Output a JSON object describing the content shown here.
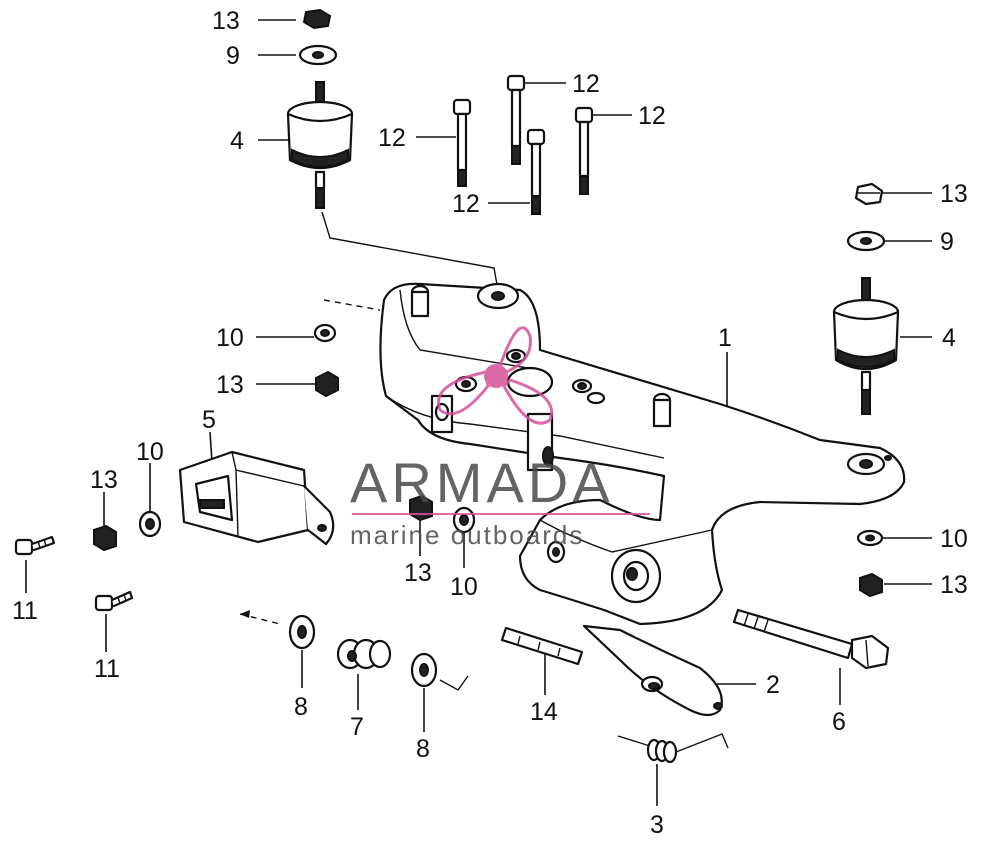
{
  "watermark": {
    "brand": "ARMADA",
    "tagline": "marine outboards",
    "brand_color": "#4a4a4a",
    "accent_color": "#d64f9a"
  },
  "callouts": [
    {
      "id": "c13a",
      "text": "13"
    },
    {
      "id": "c9a",
      "text": "9"
    },
    {
      "id": "c4a",
      "text": "4"
    },
    {
      "id": "c12a",
      "text": "12"
    },
    {
      "id": "c12b",
      "text": "12"
    },
    {
      "id": "c12c",
      "text": "12"
    },
    {
      "id": "c12d",
      "text": "12"
    },
    {
      "id": "c13b",
      "text": "13"
    },
    {
      "id": "c9b",
      "text": "9"
    },
    {
      "id": "c4b",
      "text": "4"
    },
    {
      "id": "c1",
      "text": "1"
    },
    {
      "id": "c10a",
      "text": "10"
    },
    {
      "id": "c13c",
      "text": "13"
    },
    {
      "id": "c5",
      "text": "5"
    },
    {
      "id": "c10b",
      "text": "10"
    },
    {
      "id": "c13d",
      "text": "13"
    },
    {
      "id": "c11a",
      "text": "11"
    },
    {
      "id": "c11b",
      "text": "11"
    },
    {
      "id": "c13e",
      "text": "13"
    },
    {
      "id": "c10c",
      "text": "10"
    },
    {
      "id": "c10d",
      "text": "10"
    },
    {
      "id": "c13f",
      "text": "13"
    },
    {
      "id": "c8a",
      "text": "8"
    },
    {
      "id": "c7",
      "text": "7"
    },
    {
      "id": "c8b",
      "text": "8"
    },
    {
      "id": "c14",
      "text": "14"
    },
    {
      "id": "c2",
      "text": "2"
    },
    {
      "id": "c6",
      "text": "6"
    },
    {
      "id": "c3",
      "text": "3"
    }
  ]
}
